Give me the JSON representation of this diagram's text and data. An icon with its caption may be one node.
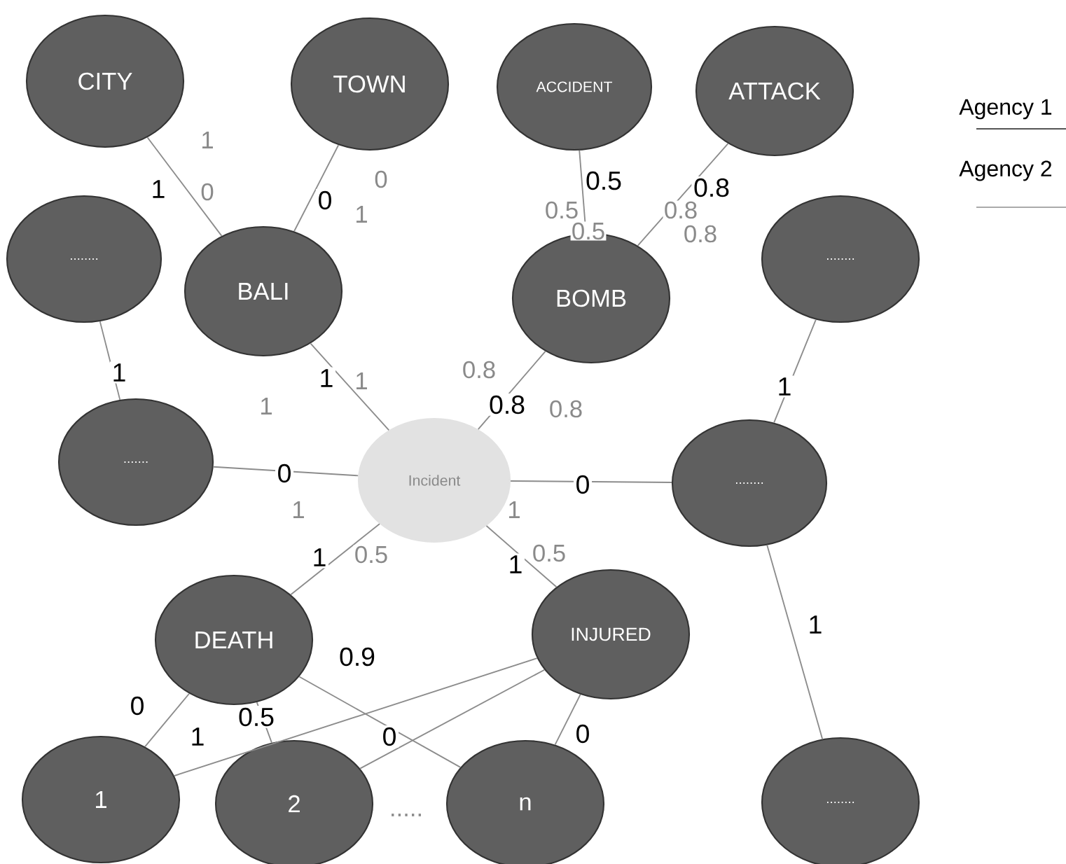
{
  "diagram": {
    "nodes": [
      {
        "text": [
          "CITY"
        ]
      },
      {
        "text": [
          "TOWN"
        ]
      },
      {
        "text": [
          "ACCIDENT"
        ]
      },
      {
        "text": [
          "ATTACK"
        ]
      },
      {
        "text": [
          "........"
        ]
      },
      {
        "text": [
          "BALI"
        ]
      },
      {
        "text": [
          "BOMB"
        ]
      },
      {
        "text": [
          "........"
        ]
      },
      {
        "text": [
          "......."
        ]
      },
      {
        "text": [
          "Incident"
        ]
      },
      {
        "text": [
          "........"
        ]
      },
      {
        "text": [
          "DEATH"
        ]
      },
      {
        "text": [
          "INJURED"
        ]
      },
      {
        "text": [
          "1"
        ]
      },
      {
        "text": [
          "2"
        ]
      },
      {
        "text": [
          "n"
        ]
      },
      {
        "text": [
          "........"
        ]
      }
    ],
    "edges": [
      {
        "from": 0,
        "to": 5,
        "arrow": "none",
        "label": "1"
      },
      {
        "from": 1,
        "to": 5,
        "arrow": "none",
        "label": "0"
      },
      {
        "from": 2,
        "to": 6,
        "arrow": "none",
        "label": "0.5"
      },
      {
        "from": 3,
        "to": 6,
        "arrow": "none",
        "label": "0.8"
      },
      {
        "from": 4,
        "to": 8,
        "arrow": "none",
        "label": "1"
      },
      {
        "from": 5,
        "to": 9,
        "arrow": "none",
        "label": "1"
      },
      {
        "from": 6,
        "to": 9,
        "arrow": "none",
        "label": "0.8"
      },
      {
        "from": 7,
        "to": 10,
        "arrow": "none",
        "label": "1"
      },
      {
        "from": 8,
        "to": 9,
        "arrow": "none",
        "label": "0"
      },
      {
        "from": 9,
        "to": 10,
        "arrow": "none",
        "label": "0"
      },
      {
        "from": 9,
        "to": 11,
        "arrow": "none",
        "label": "1"
      },
      {
        "from": 9,
        "to": 12,
        "arrow": "none",
        "label": "1"
      },
      {
        "from": 10,
        "to": 16,
        "arrow": "none",
        "label": "1"
      },
      {
        "from": 11,
        "to": 13,
        "arrow": "none",
        "label": "0"
      },
      {
        "from": 11,
        "to": 14,
        "arrow": "none",
        "label": "0.5"
      },
      {
        "from": 11,
        "to": 15,
        "arrow": "none",
        "label": "0.9"
      },
      {
        "from": 12,
        "to": 13,
        "arrow": "none",
        "label": "1"
      },
      {
        "from": 12,
        "to": 14,
        "arrow": "none",
        "label": "0"
      },
      {
        "from": 12,
        "to": 15,
        "arrow": "none",
        "label": "0"
      }
    ],
    "labels": [
      "1",
      "0",
      "0",
      "1",
      "0.5",
      "0.8",
      "0.5",
      "0.8",
      "1",
      "1",
      "0.8",
      "0.8",
      "1",
      "1",
      "0.5",
      "0.5",
      "....."
    ],
    "legend": [
      {
        "text": "Agency 1"
      },
      {
        "text": "Agency 2"
      }
    ]
  }
}
